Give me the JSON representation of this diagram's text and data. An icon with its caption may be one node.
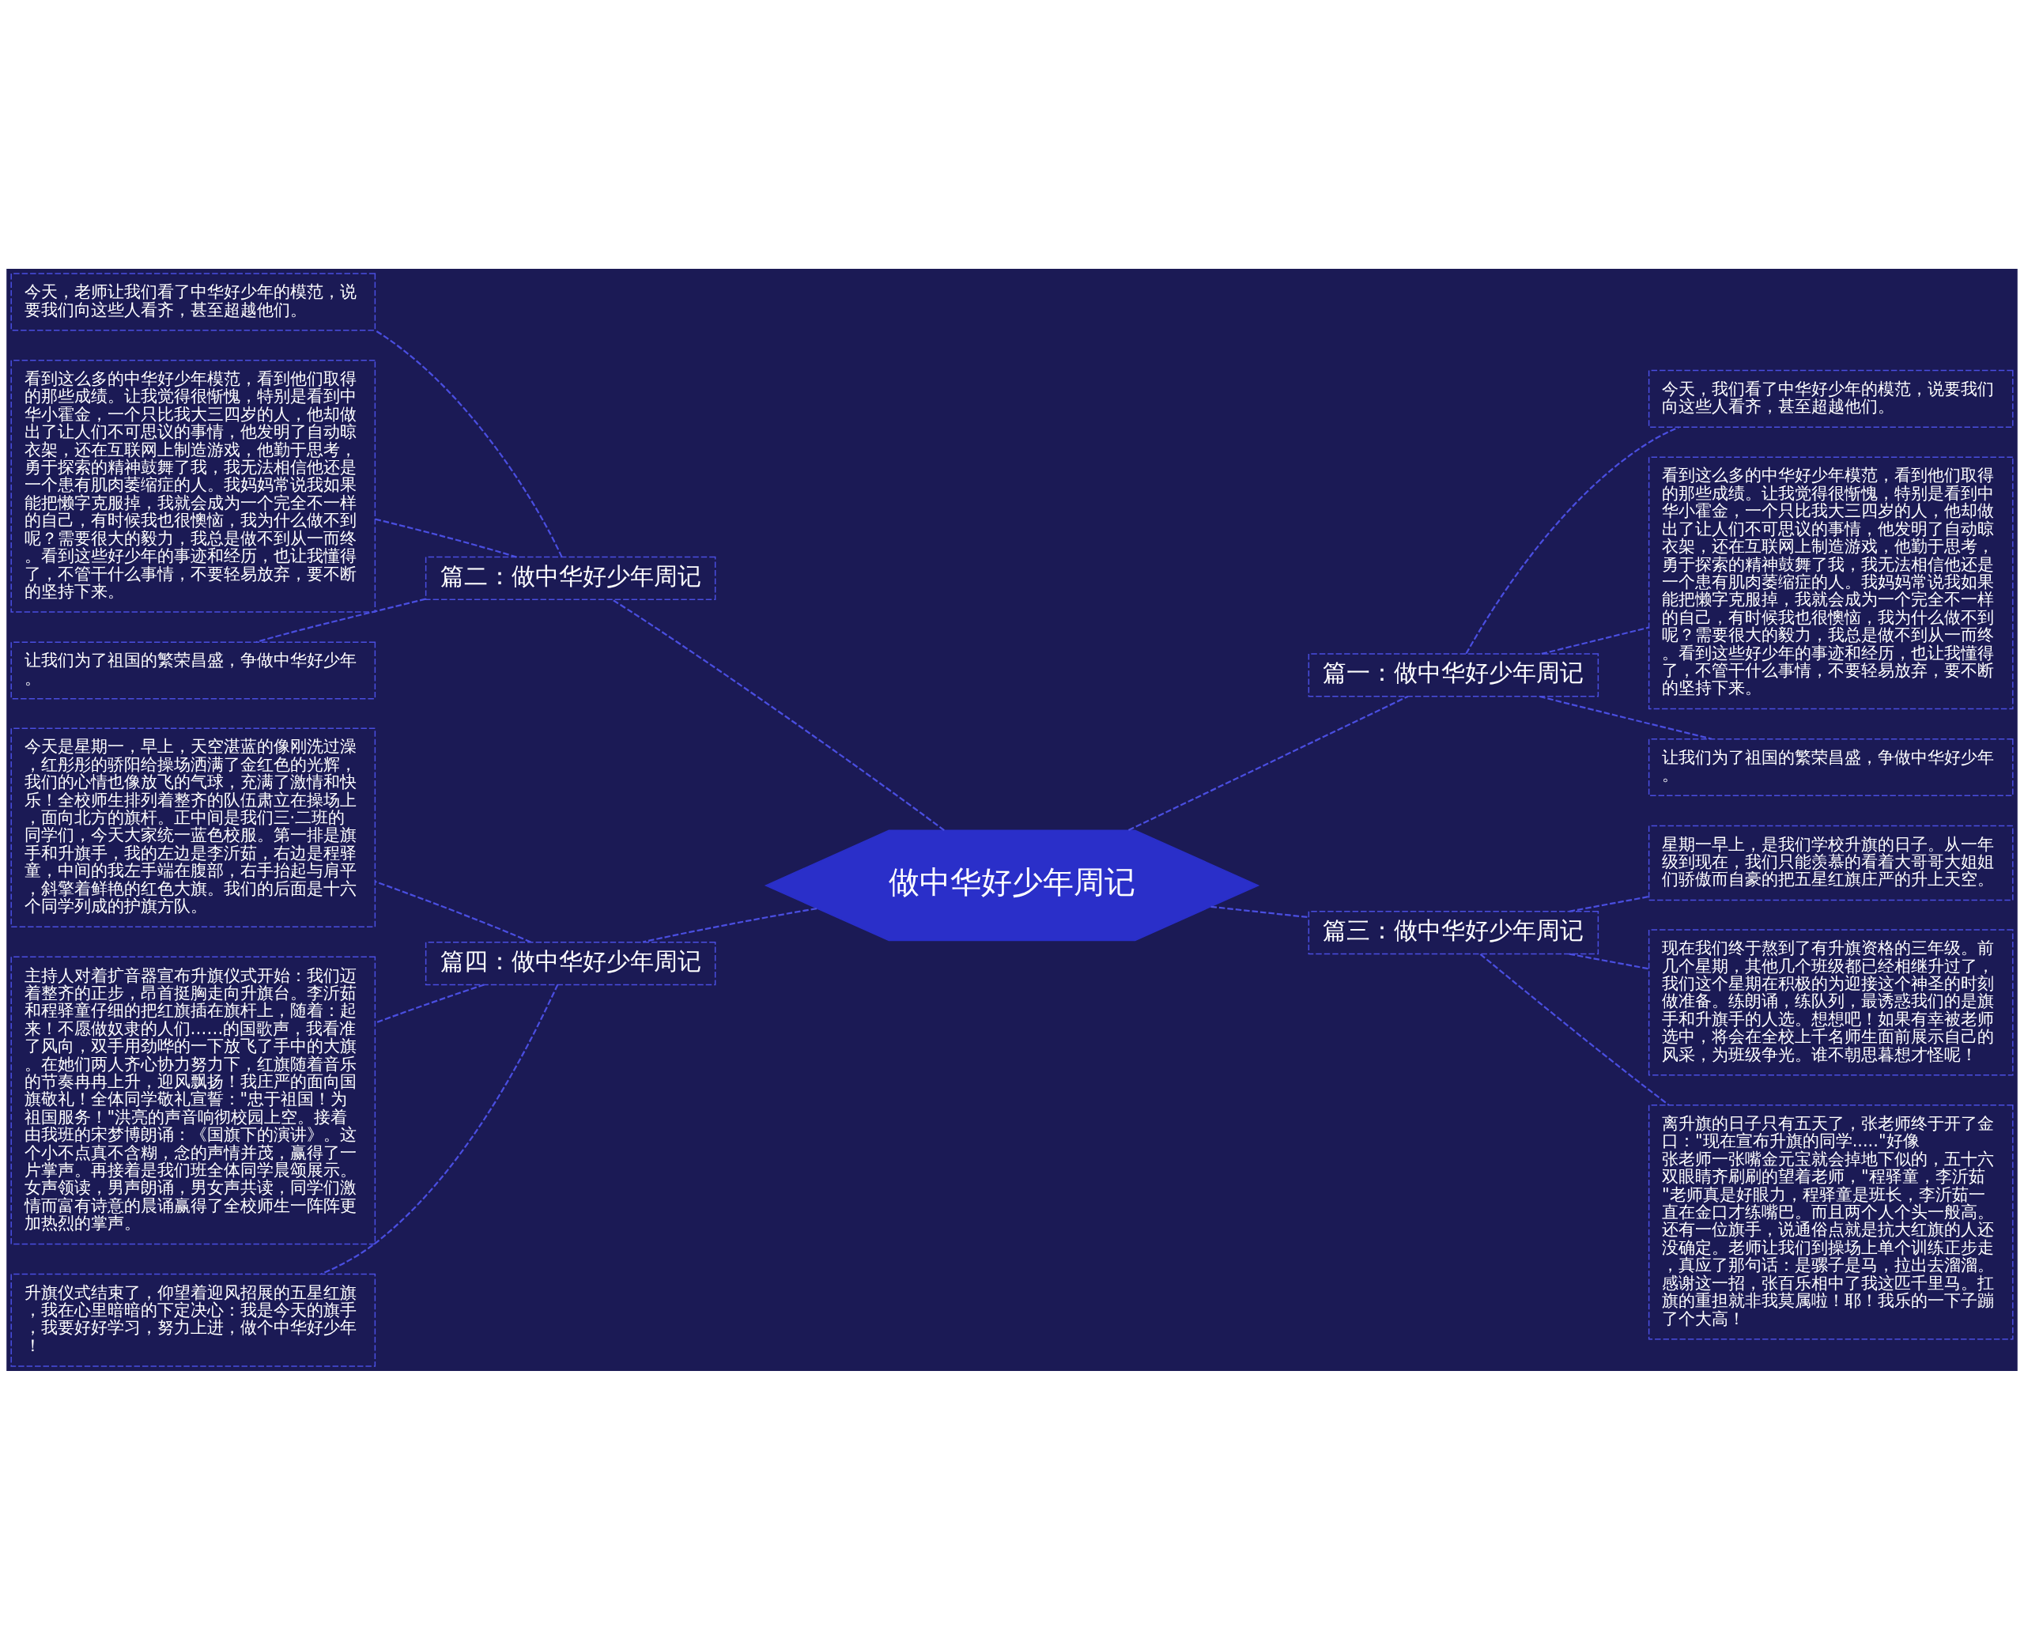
{
  "diagram": {
    "nodes": [
      {
        "text": [
          "做中华好少年周记"
        ]
      },
      {
        "text": [
          "篇二：做中华好少年周记"
        ]
      },
      {
        "text": [
          "今天，老师让我们看了中华好少年的模范，说要我们向这些人看齐，甚至超越他们。"
        ]
      },
      {
        "text": [
          "看到这么多的中华好少年模范，看到他们取得的那些成绩。让我觉得很惭愧，特别是看到中华小霍金，一个只比我大三四岁的人，他却做出了让人们不可思议的事情，他发明了自动晾衣架，还在互联网上制造游戏，他勤于思考，勇于探索的精神鼓舞了我，我无法相信他还是一个患有肌肉萎缩症的人。我妈妈常说我如果能把懒字克服掉，我就会成为一个完全不一样的自己，有时候我也很懊恼，我为什么做不到呢？需要很大的毅力，我总是做不到从一而终。看到这些好少年的事迹和经历，也让我懂得了，不管干什么事情，不要轻易放弃，要不断的坚持下来。"
        ]
      },
      {
        "text": [
          "让我们为了祖国的繁荣昌盛，争做中华好少年。"
        ]
      },
      {
        "text": [
          "篇四：做中华好少年周记"
        ]
      },
      {
        "text": [
          "今天是星期一，早上，天空湛蓝的像刚洗过澡，红彤彤的骄阳给操场洒满了金红色的光辉，我们的心情也像放飞的气球，充满了激情和快乐！全校师生排列着整齐的队伍肃立在操场上，面向北方的旗杆。正中间是我们三·二班的同学们，今天大家统一蓝色校服。第一排是旗手和升旗手，我的左边是李沂茹，右边是程驿童，中间的我左手端在腹部，右手抬起与肩平，斜擎着鲜艳的红色大旗。我们的后面是十六个同学列成的护旗方队。"
        ]
      },
      {
        "text": [
          "主持人对着扩音器宣布升旗仪式开始：我们迈着整齐的正步，昂首挺胸走向升旗台。李沂茹和程驿童仔细的把红旗插在旗杆上，随着：起来！不愿做奴隶的人们……的国歌声，我看准了风向，双手用劲哗的一下放飞了手中的大旗。在她们两人齐心协力努力下，红旗随着音乐的节奏冉冉上升，迎风飘扬！我庄严的面向国旗敬礼！全体同学敬礼宣誓：\"忠于祖国！为祖国服务！\"洪亮的声音响彻校园上空。接着由我班的宋梦博朗诵：《国旗下的演讲》。这个小不点真不含糊，念的声情并茂，赢得了一片掌声。再接着是我们班全体同学晨颂展示。女声领读，男声朗诵，男女声共读，同学们激情而富有诗意的晨诵赢得了全校师生一阵阵更加热烈的掌声。"
        ]
      },
      {
        "text": [
          "升旗仪式结束了，仰望着迎风招展的五星红旗，我在心里暗暗的下定决心：我是今天的旗手，我要好好学习，努力上进，做个中华好少年！"
        ]
      },
      {
        "text": [
          "篇一：做中华好少年周记"
        ]
      },
      {
        "text": [
          "今天，我们看了中华好少年的模范，说要我们向这些人看齐，甚至超越他们。"
        ]
      },
      {
        "text": [
          "看到这么多的中华好少年模范，看到他们取得的那些成绩。让我觉得很惭愧，特别是看到中华小霍金，一个只比我大三四岁的人，他却做出了让人们不可思议的事情，他发明了自动晾衣架，还在互联网上制造游戏，他勤于思考，勇于探索的精神鼓舞了我，我无法相信他还是一个患有肌肉萎缩症的人。我妈妈常说我如果能把懒字克服掉，我就会成为一个完全不一样的自己，有时候我也很懊恼，我为什么做不到呢？需要很大的毅力，我总是做不到从一而终。看到这些好少年的事迹和经历，也让我懂得了，不管干什么事情，不要轻易放弃，要不断的坚持下来。"
        ]
      },
      {
        "text": [
          "让我们为了祖国的繁荣昌盛，争做中华好少年。"
        ]
      },
      {
        "text": [
          "篇三：做中华好少年周记"
        ]
      },
      {
        "text": [
          "星期一早上，是我们学校升旗的日子。从一年级到现在，我们只能羡慕的看着大哥哥大姐姐们骄傲而自豪的把五星红旗庄严的升上天空。"
        ]
      },
      {
        "text": [
          "现在我们终于熬到了有升旗资格的三年级。前几个星期，其他几个班级都已经相继升过了，我们这个星期在积极的为迎接这个神圣的时刻做准备。练朗诵，练队列，最诱惑我们的是旗手和升旗手的人选。想想吧！如果有幸被老师选中，将会在全校上千名师生面前展示自己的风采，为班级争光。谁不朝思暮想才怪呢！"
        ]
      },
      {
        "text": [
          "离升旗的日子只有五天了，张老师终于开了金口：\"现在宣布升旗的同学.....\"好像张老师一张嘴金元宝就会掉地下似的，五十六双眼睛齐刷刷的望着老师，\"程驿童，李沂茹\"老师真是好眼力，程驿童是班长，李沂茹一直在金口才练嘴巴。而且两个人个头一般高。还有一位旗手，说通俗点就是抗大红旗的人还没确定。老师让我们到操场上单个训练正步走，真应了那句话：是骡子是马，拉出去溜溜。感谢这一招，张百乐相中了我这匹千里马。扛旗的重担就非我莫属啦！耶！我乐的一下子蹦了个大高！"
        ]
      }
    ],
    "edges": [
      {
        "from": 0,
        "to": 1,
        "arrow": "none"
      },
      {
        "from": 1,
        "to": 2,
        "arrow": "none"
      },
      {
        "from": 1,
        "to": 3,
        "arrow": "none"
      },
      {
        "from": 1,
        "to": 4,
        "arrow": "none"
      },
      {
        "from": 0,
        "to": 5,
        "arrow": "none"
      },
      {
        "from": 5,
        "to": 6,
        "arrow": "none"
      },
      {
        "from": 5,
        "to": 7,
        "arrow": "none"
      },
      {
        "from": 5,
        "to": 8,
        "arrow": "none"
      },
      {
        "from": 0,
        "to": 9,
        "arrow": "none"
      },
      {
        "from": 9,
        "to": 10,
        "arrow": "none"
      },
      {
        "from": 9,
        "to": 11,
        "arrow": "none"
      },
      {
        "from": 9,
        "to": 12,
        "arrow": "none"
      },
      {
        "from": 0,
        "to": 13,
        "arrow": "none"
      },
      {
        "from": 13,
        "to": 14,
        "arrow": "none"
      },
      {
        "from": 13,
        "to": 15,
        "arrow": "none"
      },
      {
        "from": 13,
        "to": 16,
        "arrow": "none"
      }
    ]
  }
}
